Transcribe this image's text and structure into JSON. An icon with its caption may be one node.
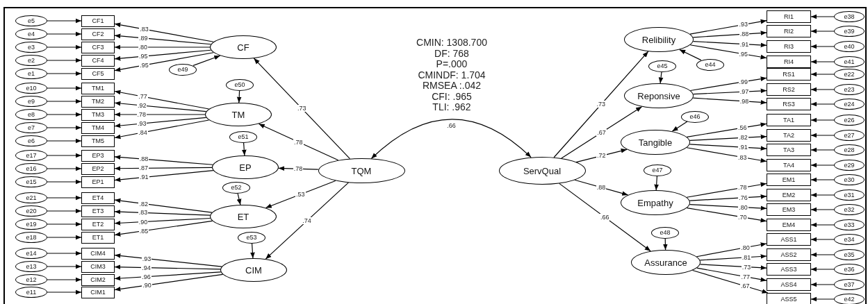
{
  "diagram": {
    "nodes": [
      {
        "text": [
          "e5"
        ]
      },
      {
        "text": [
          "CF1"
        ]
      },
      {
        "text": [
          "e4"
        ]
      },
      {
        "text": [
          "CF2"
        ]
      },
      {
        "text": [
          "e3"
        ]
      },
      {
        "text": [
          "CF3"
        ]
      },
      {
        "text": [
          "e2"
        ]
      },
      {
        "text": [
          "CF4"
        ]
      },
      {
        "text": [
          "e1"
        ]
      },
      {
        "text": [
          "CF5"
        ]
      },
      {
        "text": [
          "CF"
        ]
      },
      {
        "text": [
          "e49"
        ]
      },
      {
        "text": [
          "e10"
        ]
      },
      {
        "text": [
          "TM1"
        ]
      },
      {
        "text": [
          "e9"
        ]
      },
      {
        "text": [
          "TM2"
        ]
      },
      {
        "text": [
          "e8"
        ]
      },
      {
        "text": [
          "TM3"
        ]
      },
      {
        "text": [
          "e7"
        ]
      },
      {
        "text": [
          "TM4"
        ]
      },
      {
        "text": [
          "e6"
        ]
      },
      {
        "text": [
          "TM5"
        ]
      },
      {
        "text": [
          "TM"
        ]
      },
      {
        "text": [
          "e50"
        ]
      },
      {
        "text": [
          "e17"
        ]
      },
      {
        "text": [
          "EP3"
        ]
      },
      {
        "text": [
          "e16"
        ]
      },
      {
        "text": [
          "EP2"
        ]
      },
      {
        "text": [
          "e15"
        ]
      },
      {
        "text": [
          "EP1"
        ]
      },
      {
        "text": [
          "EP"
        ]
      },
      {
        "text": [
          "e51"
        ]
      },
      {
        "text": [
          "e21"
        ]
      },
      {
        "text": [
          "ET4"
        ]
      },
      {
        "text": [
          "e20"
        ]
      },
      {
        "text": [
          "ET3"
        ]
      },
      {
        "text": [
          "e19"
        ]
      },
      {
        "text": [
          "ET2"
        ]
      },
      {
        "text": [
          "e18"
        ]
      },
      {
        "text": [
          "ET1"
        ]
      },
      {
        "text": [
          "ET"
        ]
      },
      {
        "text": [
          "e52"
        ]
      },
      {
        "text": [
          "e14"
        ]
      },
      {
        "text": [
          "CIM4"
        ]
      },
      {
        "text": [
          "e13"
        ]
      },
      {
        "text": [
          "CIM3"
        ]
      },
      {
        "text": [
          "e12"
        ]
      },
      {
        "text": [
          "CIM2"
        ]
      },
      {
        "text": [
          "e11"
        ]
      },
      {
        "text": [
          "CIM1"
        ]
      },
      {
        "text": [
          "CIM"
        ]
      },
      {
        "text": [
          "e53"
        ]
      },
      {
        "text": [
          "TQM"
        ]
      },
      {
        "text": [
          "ServQual"
        ]
      },
      {
        "text": [
          "Relibility"
        ]
      },
      {
        "text": [
          "e44"
        ]
      },
      {
        "text": [
          "RI1"
        ]
      },
      {
        "text": [
          "e38"
        ]
      },
      {
        "text": [
          "RI2"
        ]
      },
      {
        "text": [
          "e39"
        ]
      },
      {
        "text": [
          "RI3"
        ]
      },
      {
        "text": [
          "e40"
        ]
      },
      {
        "text": [
          "RI4"
        ]
      },
      {
        "text": [
          "e41"
        ]
      },
      {
        "text": [
          "Reponsive"
        ]
      },
      {
        "text": [
          "e45"
        ]
      },
      {
        "text": [
          "RS1"
        ]
      },
      {
        "text": [
          "e22"
        ]
      },
      {
        "text": [
          "RS2"
        ]
      },
      {
        "text": [
          "e23"
        ]
      },
      {
        "text": [
          "RS3"
        ]
      },
      {
        "text": [
          "e24"
        ]
      },
      {
        "text": [
          "Tangible"
        ]
      },
      {
        "text": [
          "e46"
        ]
      },
      {
        "text": [
          "TA1"
        ]
      },
      {
        "text": [
          "e26"
        ]
      },
      {
        "text": [
          "TA2"
        ]
      },
      {
        "text": [
          "e27"
        ]
      },
      {
        "text": [
          "TA3"
        ]
      },
      {
        "text": [
          "e28"
        ]
      },
      {
        "text": [
          "TA4"
        ]
      },
      {
        "text": [
          "e29"
        ]
      },
      {
        "text": [
          "Empathy"
        ]
      },
      {
        "text": [
          "e47"
        ]
      },
      {
        "text": [
          "EM1"
        ]
      },
      {
        "text": [
          "e30"
        ]
      },
      {
        "text": [
          "EM2"
        ]
      },
      {
        "text": [
          "e31"
        ]
      },
      {
        "text": [
          "EM3"
        ]
      },
      {
        "text": [
          "e32"
        ]
      },
      {
        "text": [
          "EM4"
        ]
      },
      {
        "text": [
          "e33"
        ]
      },
      {
        "text": [
          "Assurance"
        ]
      },
      {
        "text": [
          "e48"
        ]
      },
      {
        "text": [
          "ASS1"
        ]
      },
      {
        "text": [
          "e34"
        ]
      },
      {
        "text": [
          "ASS2"
        ]
      },
      {
        "text": [
          "e35"
        ]
      },
      {
        "text": [
          "ASS3"
        ]
      },
      {
        "text": [
          "e36"
        ]
      },
      {
        "text": [
          "ASS4"
        ]
      },
      {
        "text": [
          "e37"
        ]
      },
      {
        "text": [
          "ASS5"
        ]
      },
      {
        "text": [
          "e42"
        ]
      }
    ],
    "edges": [
      {
        "from": 10,
        "to": 1,
        "arrow": "to",
        "label": ".83"
      },
      {
        "from": 10,
        "to": 3,
        "arrow": "to",
        "label": ".89"
      },
      {
        "from": 10,
        "to": 5,
        "arrow": "to",
        "label": ".80"
      },
      {
        "from": 10,
        "to": 7,
        "arrow": "to",
        "label": ".95"
      },
      {
        "from": 10,
        "to": 9,
        "arrow": "to",
        "label": ".95"
      },
      {
        "from": 0,
        "to": 1,
        "arrow": "to"
      },
      {
        "from": 2,
        "to": 3,
        "arrow": "to"
      },
      {
        "from": 4,
        "to": 5,
        "arrow": "to"
      },
      {
        "from": 6,
        "to": 7,
        "arrow": "to"
      },
      {
        "from": 8,
        "to": 9,
        "arrow": "to"
      },
      {
        "from": 11,
        "to": 10,
        "arrow": "to"
      },
      {
        "from": 22,
        "to": 13,
        "arrow": "to",
        "label": ".77"
      },
      {
        "from": 22,
        "to": 15,
        "arrow": "to",
        "label": ".92"
      },
      {
        "from": 22,
        "to": 17,
        "arrow": "to",
        "label": ".78"
      },
      {
        "from": 22,
        "to": 19,
        "arrow": "to",
        "label": ".93"
      },
      {
        "from": 22,
        "to": 21,
        "arrow": "to",
        "label": ".84"
      },
      {
        "from": 12,
        "to": 13,
        "arrow": "to"
      },
      {
        "from": 14,
        "to": 15,
        "arrow": "to"
      },
      {
        "from": 16,
        "to": 17,
        "arrow": "to"
      },
      {
        "from": 18,
        "to": 19,
        "arrow": "to"
      },
      {
        "from": 20,
        "to": 21,
        "arrow": "to"
      },
      {
        "from": 23,
        "to": 22,
        "arrow": "to"
      },
      {
        "from": 30,
        "to": 25,
        "arrow": "to",
        "label": ".88"
      },
      {
        "from": 30,
        "to": 27,
        "arrow": "to",
        "label": ".87"
      },
      {
        "from": 30,
        "to": 29,
        "arrow": "to",
        "label": ".91"
      },
      {
        "from": 24,
        "to": 25,
        "arrow": "to"
      },
      {
        "from": 26,
        "to": 27,
        "arrow": "to"
      },
      {
        "from": 28,
        "to": 29,
        "arrow": "to"
      },
      {
        "from": 31,
        "to": 30,
        "arrow": "to"
      },
      {
        "from": 40,
        "to": 33,
        "arrow": "to",
        "label": ".82"
      },
      {
        "from": 40,
        "to": 35,
        "arrow": "to",
        "label": ".83"
      },
      {
        "from": 40,
        "to": 37,
        "arrow": "to",
        "label": ".90"
      },
      {
        "from": 40,
        "to": 39,
        "arrow": "to",
        "label": ".85"
      },
      {
        "from": 32,
        "to": 33,
        "arrow": "to"
      },
      {
        "from": 34,
        "to": 35,
        "arrow": "to"
      },
      {
        "from": 36,
        "to": 37,
        "arrow": "to"
      },
      {
        "from": 38,
        "to": 39,
        "arrow": "to"
      },
      {
        "from": 41,
        "to": 40,
        "arrow": "to"
      },
      {
        "from": 50,
        "to": 43,
        "arrow": "to",
        "label": ".93"
      },
      {
        "from": 50,
        "to": 45,
        "arrow": "to",
        "label": ".94"
      },
      {
        "from": 50,
        "to": 47,
        "arrow": "to",
        "label": ".96"
      },
      {
        "from": 50,
        "to": 49,
        "arrow": "to",
        "label": ".90"
      },
      {
        "from": 42,
        "to": 43,
        "arrow": "to"
      },
      {
        "from": 44,
        "to": 45,
        "arrow": "to"
      },
      {
        "from": 46,
        "to": 47,
        "arrow": "to"
      },
      {
        "from": 48,
        "to": 49,
        "arrow": "to"
      },
      {
        "from": 51,
        "to": 50,
        "arrow": "to"
      },
      {
        "from": 52,
        "to": 10,
        "arrow": "to",
        "label": ".73"
      },
      {
        "from": 52,
        "to": 22,
        "arrow": "to",
        "label": ".78"
      },
      {
        "from": 52,
        "to": 30,
        "arrow": "to",
        "label": ".78"
      },
      {
        "from": 52,
        "to": 40,
        "arrow": "to",
        "label": ".53"
      },
      {
        "from": 52,
        "to": 50,
        "arrow": "to",
        "label": ".74"
      },
      {
        "from": 52,
        "to": 53,
        "arrow": "both",
        "label": ".66"
      },
      {
        "from": 53,
        "to": 54,
        "arrow": "to",
        "label": ".73"
      },
      {
        "from": 53,
        "to": 64,
        "arrow": "to",
        "label": ".67"
      },
      {
        "from": 53,
        "to": 72,
        "arrow": "to",
        "label": ".72"
      },
      {
        "from": 53,
        "to": 82,
        "arrow": "to",
        "label": ".88"
      },
      {
        "from": 53,
        "to": 92,
        "arrow": "to",
        "label": ".66"
      },
      {
        "from": 54,
        "to": 56,
        "arrow": "to",
        "label": ".93"
      },
      {
        "from": 54,
        "to": 58,
        "arrow": "to",
        "label": ".88"
      },
      {
        "from": 54,
        "to": 60,
        "arrow": "to",
        "label": ".91"
      },
      {
        "from": 54,
        "to": 62,
        "arrow": "to",
        "label": ".95"
      },
      {
        "from": 57,
        "to": 56,
        "arrow": "to"
      },
      {
        "from": 59,
        "to": 58,
        "arrow": "to"
      },
      {
        "from": 61,
        "to": 60,
        "arrow": "to"
      },
      {
        "from": 63,
        "to": 62,
        "arrow": "to"
      },
      {
        "from": 55,
        "to": 54,
        "arrow": "to"
      },
      {
        "from": 64,
        "to": 66,
        "arrow": "to",
        "label": ".99"
      },
      {
        "from": 64,
        "to": 68,
        "arrow": "to",
        "label": ".97"
      },
      {
        "from": 64,
        "to": 70,
        "arrow": "to",
        "label": ".98"
      },
      {
        "from": 67,
        "to": 66,
        "arrow": "to"
      },
      {
        "from": 69,
        "to": 68,
        "arrow": "to"
      },
      {
        "from": 71,
        "to": 70,
        "arrow": "to"
      },
      {
        "from": 65,
        "to": 64,
        "arrow": "to"
      },
      {
        "from": 72,
        "to": 74,
        "arrow": "to",
        "label": ".56"
      },
      {
        "from": 72,
        "to": 76,
        "arrow": "to",
        "label": ".82"
      },
      {
        "from": 72,
        "to": 78,
        "arrow": "to",
        "label": ".91"
      },
      {
        "from": 72,
        "to": 80,
        "arrow": "to",
        "label": ".83"
      },
      {
        "from": 75,
        "to": 74,
        "arrow": "to"
      },
      {
        "from": 77,
        "to": 76,
        "arrow": "to"
      },
      {
        "from": 79,
        "to": 78,
        "arrow": "to"
      },
      {
        "from": 81,
        "to": 80,
        "arrow": "to"
      },
      {
        "from": 73,
        "to": 72,
        "arrow": "to"
      },
      {
        "from": 82,
        "to": 84,
        "arrow": "to",
        "label": ".78"
      },
      {
        "from": 82,
        "to": 86,
        "arrow": "to",
        "label": ".76"
      },
      {
        "from": 82,
        "to": 88,
        "arrow": "to",
        "label": ".80"
      },
      {
        "from": 82,
        "to": 90,
        "arrow": "to",
        "label": ".70"
      },
      {
        "from": 85,
        "to": 84,
        "arrow": "to"
      },
      {
        "from": 87,
        "to": 86,
        "arrow": "to"
      },
      {
        "from": 89,
        "to": 88,
        "arrow": "to"
      },
      {
        "from": 91,
        "to": 90,
        "arrow": "to"
      },
      {
        "from": 83,
        "to": 82,
        "arrow": "to"
      },
      {
        "from": 92,
        "to": 94,
        "arrow": "to",
        "label": ".80"
      },
      {
        "from": 92,
        "to": 96,
        "arrow": "to",
        "label": ".81"
      },
      {
        "from": 92,
        "to": 98,
        "arrow": "to",
        "label": ".73"
      },
      {
        "from": 92,
        "to": 100,
        "arrow": "to",
        "label": ".77"
      },
      {
        "from": 92,
        "to": 102,
        "arrow": "to",
        "label": ".67"
      },
      {
        "from": 95,
        "to": 94,
        "arrow": "to"
      },
      {
        "from": 97,
        "to": 96,
        "arrow": "to"
      },
      {
        "from": 99,
        "to": 98,
        "arrow": "to"
      },
      {
        "from": 101,
        "to": 100,
        "arrow": "to"
      },
      {
        "from": 103,
        "to": 102,
        "arrow": "to"
      },
      {
        "from": 93,
        "to": 92,
        "arrow": "to"
      }
    ],
    "labels": [
      "CMIN: 1308.700",
      "DF: 768",
      "P=.000",
      "CMINDF: 1.704",
      "RMSEA :.042",
      "CFI: .965",
      "TLI: .962"
    ]
  }
}
